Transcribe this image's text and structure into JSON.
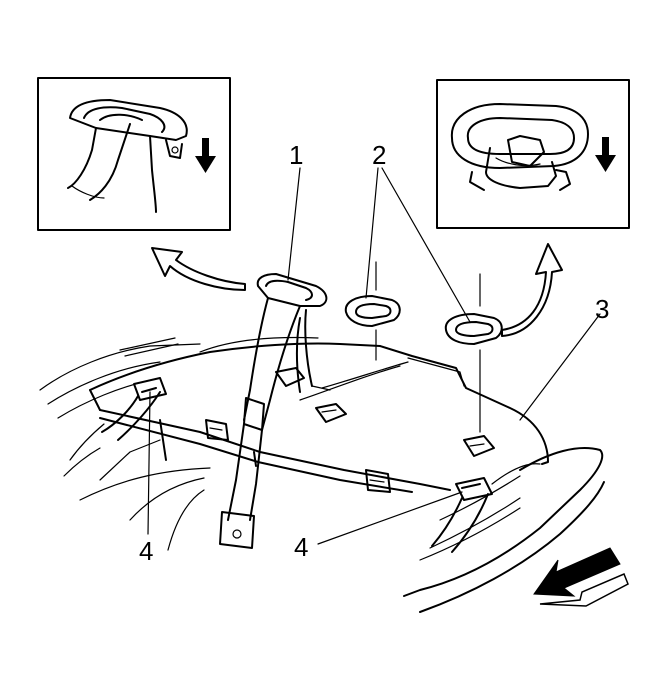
{
  "callouts": {
    "c1": "1",
    "c2": "2",
    "c3": "3",
    "c4_left": "4",
    "c4_right": "4"
  },
  "icons": [
    "arrow-down-icon",
    "curved-arrow-icon",
    "forward-direction-arrow-icon"
  ],
  "colors": {
    "line": "#000000",
    "background": "#ffffff"
  }
}
